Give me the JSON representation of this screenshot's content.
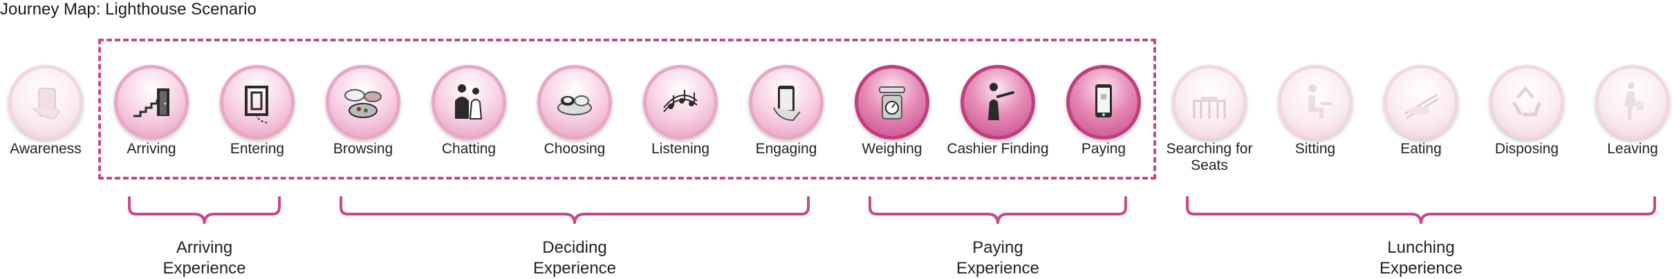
{
  "title": "Journey Map: Lighthouse Scenario",
  "colors": {
    "accent": "#c9478a",
    "bracket": "#c9478a",
    "faded": "#f2d6e3",
    "light": "#e9a6c6",
    "strong": "#c23d80"
  },
  "steps": [
    {
      "label": "Awareness",
      "icon": "phone-in-hand-icon",
      "style": "faded"
    },
    {
      "label": "Arriving",
      "icon": "stairs-door-icon",
      "style": "light"
    },
    {
      "label": "Entering",
      "icon": "gate-entrance-icon",
      "style": "light"
    },
    {
      "label": "Browsing",
      "icon": "food-plates-icon",
      "style": "light"
    },
    {
      "label": "Chatting",
      "icon": "people-talking-icon",
      "style": "light"
    },
    {
      "label": "Choosing",
      "icon": "sushi-icon",
      "style": "light"
    },
    {
      "label": "Listening",
      "icon": "music-notes-icon",
      "style": "light"
    },
    {
      "label": "Engaging",
      "icon": "smartphone-hand-icon",
      "style": "light"
    },
    {
      "label": "Weighing",
      "icon": "weighing-scale-icon",
      "style": "strong"
    },
    {
      "label": "Cashier Finding",
      "icon": "person-pointing-icon",
      "style": "strong"
    },
    {
      "label": "Paying",
      "icon": "mobile-payment-icon",
      "style": "strong"
    },
    {
      "label": "Searching for Seats",
      "icon": "tables-chairs-icon",
      "style": "faded"
    },
    {
      "label": "Sitting",
      "icon": "person-sitting-icon",
      "style": "faded"
    },
    {
      "label": "Eating",
      "icon": "chopsticks-icon",
      "style": "faded"
    },
    {
      "label": "Disposing",
      "icon": "recycle-icon",
      "style": "faded"
    },
    {
      "label": "Leaving",
      "icon": "person-walking-icon",
      "style": "faded"
    }
  ],
  "groups": [
    {
      "name": "Arriving Experience",
      "from": 1,
      "to": 2
    },
    {
      "name": "Deciding Experience",
      "from": 3,
      "to": 7
    },
    {
      "name": "Paying Experience",
      "from": 8,
      "to": 10
    },
    {
      "name": "Lunching Experience",
      "from": 11,
      "to": 15
    }
  ]
}
